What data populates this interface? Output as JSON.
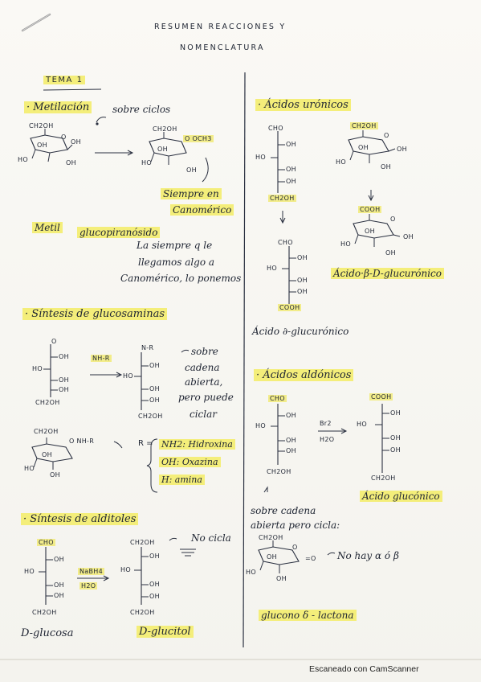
{
  "header": {
    "line1": "RESUMEN REACCIONES Y",
    "line2": "NOMENCLATURA"
  },
  "tema": "TEMA 1",
  "metilacion": {
    "title": "· Metilación",
    "note": "sobre ciclos",
    "start": {
      "top": "CH2OH",
      "oh1": "O",
      "oh2": "OH",
      "ring_oh": "OH",
      "left": "HO",
      "bottom": "OH"
    },
    "product": {
      "top": "CH2OH",
      "och3": "O OCH3",
      "ring_oh": "OH",
      "left": "HO",
      "bottom": "OH"
    },
    "note2": "Siempre en",
    "note3": "Canomérico",
    "name1": "Metil",
    "name2": "glucopiranósido",
    "expl1": "La siempre q le",
    "expl2": "llegamos algo a",
    "expl3": "Canomérico, lo ponemos"
  },
  "glucosaminas": {
    "title": "· Síntesis de glucosaminas",
    "open": {
      "top": "O",
      "r1": "OH",
      "l2": "HO",
      "r3": "OH",
      "r4": "OH",
      "bottom": "CH2OH"
    },
    "reagent": "NH-R",
    "product": {
      "top": "N-R",
      "r1": "OH",
      "l2": "HO",
      "r3": "OH",
      "r4": "OH",
      "bottom": "CH2OH"
    },
    "note1": "sobre",
    "note2": "cadena",
    "note3": "abierta,",
    "note4": "pero puede",
    "note5": "ciclar",
    "cyclic": {
      "top": "CH2OH",
      "nh": "O NH-R",
      "ring_oh": "OH",
      "left": "HO",
      "bottom": "OH"
    },
    "r_eq": "R =",
    "r1": "NH2: Hidroxina",
    "r2": "OH: Oxazina",
    "r3": "H: amina"
  },
  "alditoles": {
    "title": "· Síntesis de alditoles",
    "note": "No cicla",
    "start": {
      "top": "CHO",
      "r1": "OH",
      "l2": "HO",
      "r3": "OH",
      "r4": "OH",
      "bottom": "CH2OH"
    },
    "reagent1": "NaBH4",
    "reagent2": "H2O",
    "product": {
      "top": "CH2OH",
      "r1": "OH",
      "l2": "HO",
      "r3": "OH",
      "r4": "OH",
      "bottom": "CH2OH"
    },
    "name1": "D-glucosa",
    "name2": "D-glucitol"
  },
  "uronicos": {
    "title": "· Ácidos urónicos",
    "open": {
      "top": "CHO",
      "r1": "OH",
      "l2": "HO",
      "r3": "OH",
      "r4": "OH",
      "bottom": "CH2OH"
    },
    "cyclic": {
      "top": "CH2OH",
      "o": "O",
      "ring_oh": "OH",
      "left": "HO",
      "right": "OH",
      "bottom": "OH"
    },
    "open2": {
      "top": "CHO",
      "r1": "OH",
      "l2": "HO",
      "r3": "OH",
      "r4": "OH",
      "bottom": "COOH"
    },
    "cyclic2": {
      "top": "COOH",
      "o": "O",
      "ring_oh": "OH",
      "left": "HO",
      "right": "OH",
      "bottom": "OH"
    },
    "name1": "Ácido ∂-glucurónico",
    "name2": "Ácido·β-D-glucurónico"
  },
  "aldonicos": {
    "title": "· Ácidos aldónicos",
    "start": {
      "top": "CHO",
      "r1": "OH",
      "l2": "HO",
      "r3": "OH",
      "r4": "OH",
      "bottom": "CH2OH"
    },
    "reagent1": "Br2",
    "reagent2": "H2O",
    "product": {
      "top": "COOH",
      "r1": "OH",
      "l2": "HO",
      "r3": "OH",
      "r4": "OH",
      "bottom": "CH2OH"
    },
    "name": "Ácido glucónico",
    "note1": "sobre cadena",
    "note2": "abierta pero cicla:",
    "lactone": {
      "top": "CH2OH",
      "o": "O",
      "eq": "=O",
      "ring_oh": "OH",
      "left": "HO",
      "bottom": "OH"
    },
    "note3": "No hay α ó β",
    "name2": "glucono δ - lactona"
  },
  "footer": "Escaneado con CamScanner"
}
